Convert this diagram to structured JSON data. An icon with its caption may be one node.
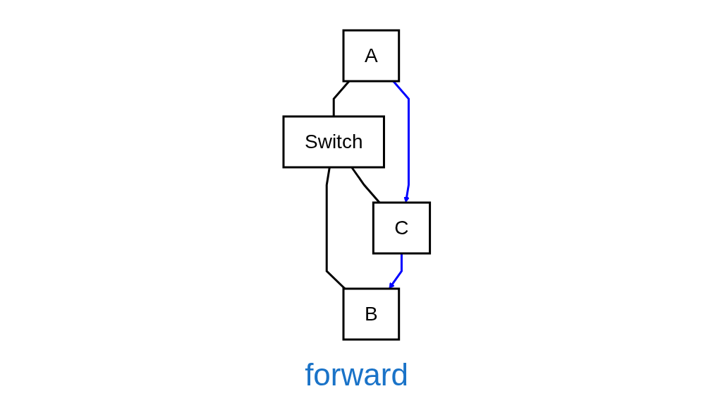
{
  "diagram": {
    "nodes": [
      {
        "text": [
          "A"
        ]
      },
      {
        "text": [
          "Switch"
        ]
      },
      {
        "text": [
          "B"
        ]
      },
      {
        "text": [
          "C"
        ]
      }
    ],
    "edges": [
      {
        "from": 0,
        "to": 1,
        "arrow": "none"
      },
      {
        "from": 1,
        "to": 2,
        "arrow": "none"
      },
      {
        "from": 1,
        "to": 3,
        "arrow": "none"
      },
      {
        "from": 0,
        "to": 3,
        "arrow": "to",
        "color": "#0000ff"
      },
      {
        "from": 3,
        "to": 2,
        "arrow": "to",
        "color": "#0000ff"
      }
    ],
    "labels": [
      "forward"
    ]
  }
}
